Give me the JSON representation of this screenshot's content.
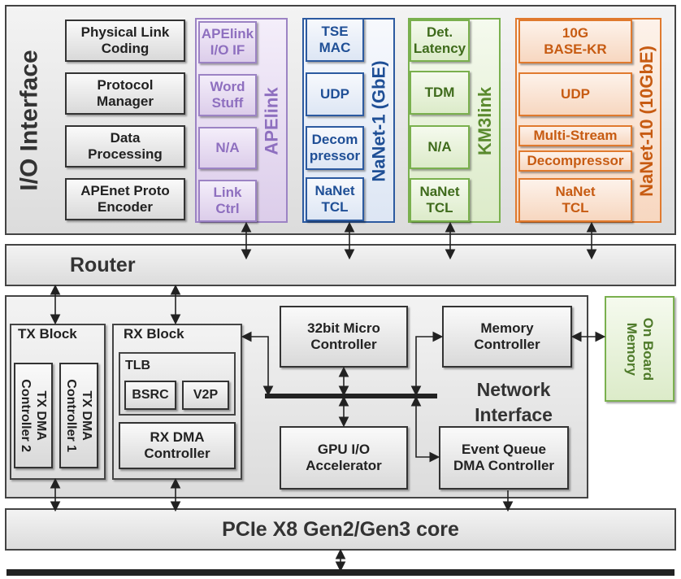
{
  "io_interface": {
    "title": "I/O Interface",
    "left_blocks": [
      "Physical Link\nCoding",
      "Protocol\nManager",
      "Data\nProcessing",
      "APEnet Proto\nEncoder"
    ],
    "apelink": {
      "label": "APElink",
      "blocks": [
        "APElink\nI/O IF",
        "Word\nStuff",
        "N/A",
        "Link\nCtrl"
      ],
      "color": "#8e6fbf"
    },
    "nanet1": {
      "label": "NaNet-1 (GbE)",
      "blocks": [
        "TSE\nMAC",
        "UDP",
        "Decom\npressor",
        "NaNet\nTCL"
      ],
      "color": "#1f4f96"
    },
    "km3link": {
      "label": "KM3link",
      "blocks": [
        "Det.\nLatency",
        "TDM",
        "N/A",
        "NaNet\nTCL"
      ],
      "color": "#5a8a2e"
    },
    "nanet10": {
      "label": "NaNet-10 (10GbE)",
      "blocks": [
        "10G\nBASE-KR",
        "UDP",
        "Multi-Stream",
        "Decompressor",
        "NaNet\nTCL"
      ],
      "color": "#c75b12"
    }
  },
  "router": {
    "label": "Router"
  },
  "network_interface": {
    "label": "Network\nInterface",
    "tx_block": {
      "label": "TX Block",
      "dma2": "TX DMA\nController 2",
      "dma1": "TX DMA\nController 1"
    },
    "rx_block": {
      "label": "RX Block",
      "tlb": "TLB",
      "bsrc": "BSRC",
      "v2p": "V2P",
      "rx_dma": "RX DMA\nController"
    },
    "micro_controller": "32bit Micro\nController",
    "memory_controller": "Memory\nController",
    "gpu_accelerator": "GPU I/O\nAccelerator",
    "event_queue": "Event Queue\nDMA Controller"
  },
  "on_board_memory": {
    "label": "On Board\nMemory",
    "color": "#4e7a2a"
  },
  "pcie": {
    "label": "PCIe X8 Gen2/Gen3 core"
  }
}
